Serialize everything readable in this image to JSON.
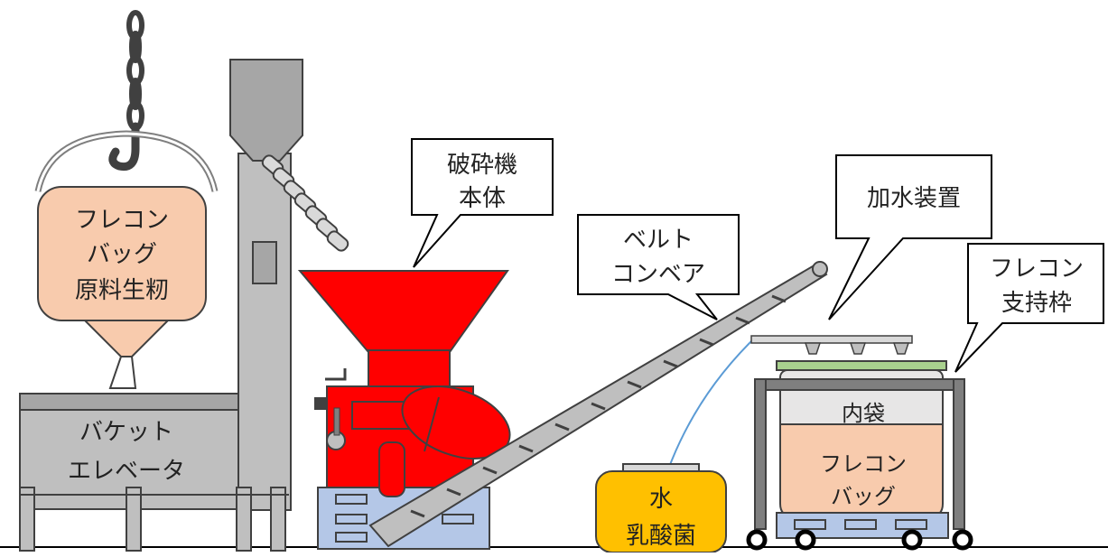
{
  "labels": {
    "bag_line1": "フレコン",
    "bag_line2": "バッグ",
    "bag_line3": "原料生籾",
    "bucket_line1": "バケット",
    "bucket_line2": "エレベータ",
    "crusher_line1": "破砕機",
    "crusher_line2": "本体",
    "belt_line1": "ベルト",
    "belt_line2": "コンベア",
    "water_device": "加水装置",
    "frame_line1": "フレコン",
    "frame_line2": "支持枠",
    "inner_bag": "内袋",
    "recv_bag_line1": "フレコン",
    "recv_bag_line2": "バッグ",
    "tank_line1": "水",
    "tank_line2": "乳酸菌"
  },
  "colors": {
    "bag_fill": "#f8cbad",
    "crusher_red": "#ff0000",
    "elevator_gray": "#bfbfbf",
    "pallet_blue": "#b4c7e7",
    "tank_yellow": "#ffc000",
    "conveyor_gray": "#bfbfbf",
    "inner_bag_gray": "#e7e6e6",
    "frame_green": "#a9d18e"
  }
}
